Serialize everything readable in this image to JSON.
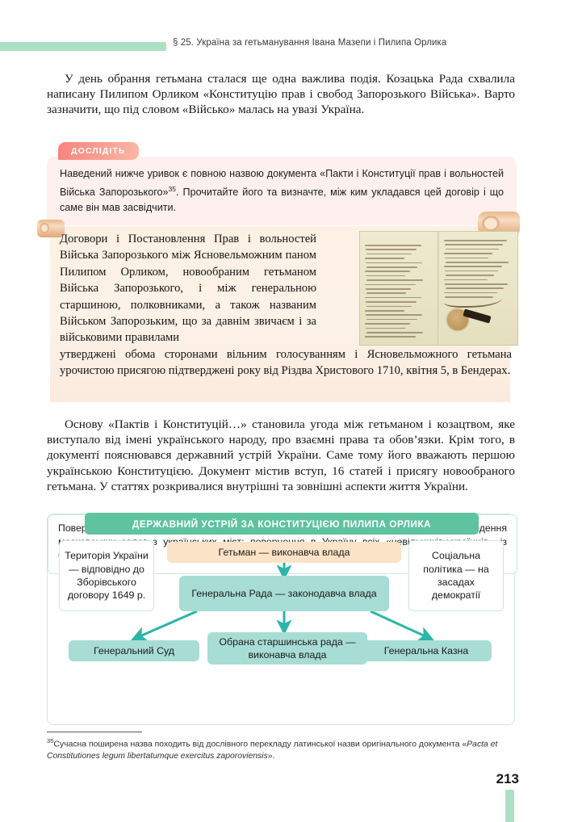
{
  "header": {
    "title": "§ 25. Україна за гетьманування Івана Мазепи і Пилипа Орлика"
  },
  "paragraphs": {
    "intro": "У день обрання гетьмана сталася ще одна важлива подія. Козацька Рада схвалила написану Пилипом Орликом «Конституцію прав і свобод Запорозького Війська». Варто зазначити, що під словом «Військо» малась на увазі Україна.",
    "after_source": "Основу «Пактів і Конституцій…» становила угода між гетьманом і козацтвом, яке виступало від імені українського народу, про взаємні права та обов’язки. Крім того, в документі пояснювався державний устрій України. Саме тому його вважають першою українською Конституцією. Документ містив вступ, 16 статей і присягу новообраного гетьмана. У статтях розкривалися внутрішні та зовнішні аспекти життя України."
  },
  "callout": {
    "tab_label": "ДОСЛІДІТЬ",
    "text_part1": "Наведений нижче уривок є повною назвою документа «Пакти і Конституції прав і вольностей Війська Запорозького»",
    "footnote_marker": "35",
    "text_part2": ". Прочитайте його та визначте, між ким укладався цей договір і що саме він мав засвідчити."
  },
  "source": {
    "text_narrow": "Договори і Постановлення Прав і вольностей Війська Запорозького між Ясновельможним паном Пилипом Орликом, новообраним гетьманом Війська Запорозького, і між генеральною старшиною, полковниками, а також названим Військом Запорозьким, що за давнім звичаєм і за військовими правилами",
    "text_wide": "утверджені обома сторонами вільним голосуванням і Ясновельможного гетьмана урочистою присягою підтверджені року від Різдва Христового 1710, квітня 5, в Бендерах.",
    "image_alt": "Рукопис Конституції Пилипа Орлика з печаткою"
  },
  "diagram": {
    "title": "ДЕРЖАВНИЙ УСТРІЙ ЗА КОНСТИТУЦІЄЮ ПИЛИПА ОРЛИКА",
    "nodes": {
      "territory": "Територія України — відповідно до Зборівського договору 1649 р.",
      "social": "Соціальна політика — на засадах демократії",
      "hetman": "Гетьман — виконавча влада",
      "rada": "Генеральна Рада — законодавча влада",
      "sud": "Генеральний Суд",
      "starshyna": "Обрана старшинська рада — виконавча влада",
      "kazna": "Генеральна Казна",
      "bottom": "Повернення всіх відданих за різними угодами українських земель під владу гетьмана; виведення московських залог з українських міст; повернення в Україну всіх «невільників-українців» із Сибіру."
    },
    "colors": {
      "title_bar": "#5fc3a0",
      "peach_node": "#fbe3c8",
      "teal_node": "#a8ddd5",
      "arrow": "#2bb5a8",
      "border": "#cfe7dd"
    }
  },
  "footnote": {
    "marker": "35",
    "text_before_italic": "Сучасна поширена назва походить від дослівного перекладу латинської назви оригінального документа «",
    "italic_text": "Pacta et Constitutiones legum libertatumque exercitus zaporoviensis",
    "text_after_italic": "»."
  },
  "folio": {
    "page_number": "213"
  }
}
